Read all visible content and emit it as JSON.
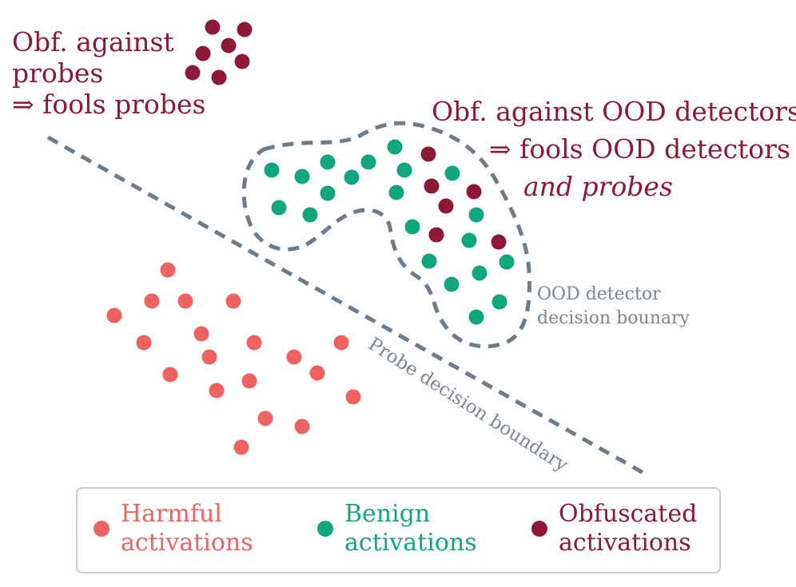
{
  "labels": {
    "probes_title_line1": "Obf. against",
    "probes_title_line2": "probes",
    "probes_title_line3": "⇒ fools probes",
    "ood_title_line1": "Obf. against OOD detectors",
    "ood_title_line2": "⇒ fools OOD detectors",
    "ood_title_line3": "and probes",
    "ood_boundary_line1": "OOD detector",
    "ood_boundary_line2": "decision bounary",
    "probe_boundary": "Probe decision boundary"
  },
  "legend": {
    "harmful_line1": "Harmful",
    "harmful_line2": "activations",
    "benign_line1": "Benign",
    "benign_line2": "activations",
    "obfuscated_line1": "Obfuscated",
    "obfuscated_line2": "activations"
  },
  "colors": {
    "harmful": "#f0625f",
    "benign": "#10a67e",
    "obfuscated": "#8e1838",
    "boundary": "#6e7b89",
    "text_gray": "#7b8693"
  }
}
